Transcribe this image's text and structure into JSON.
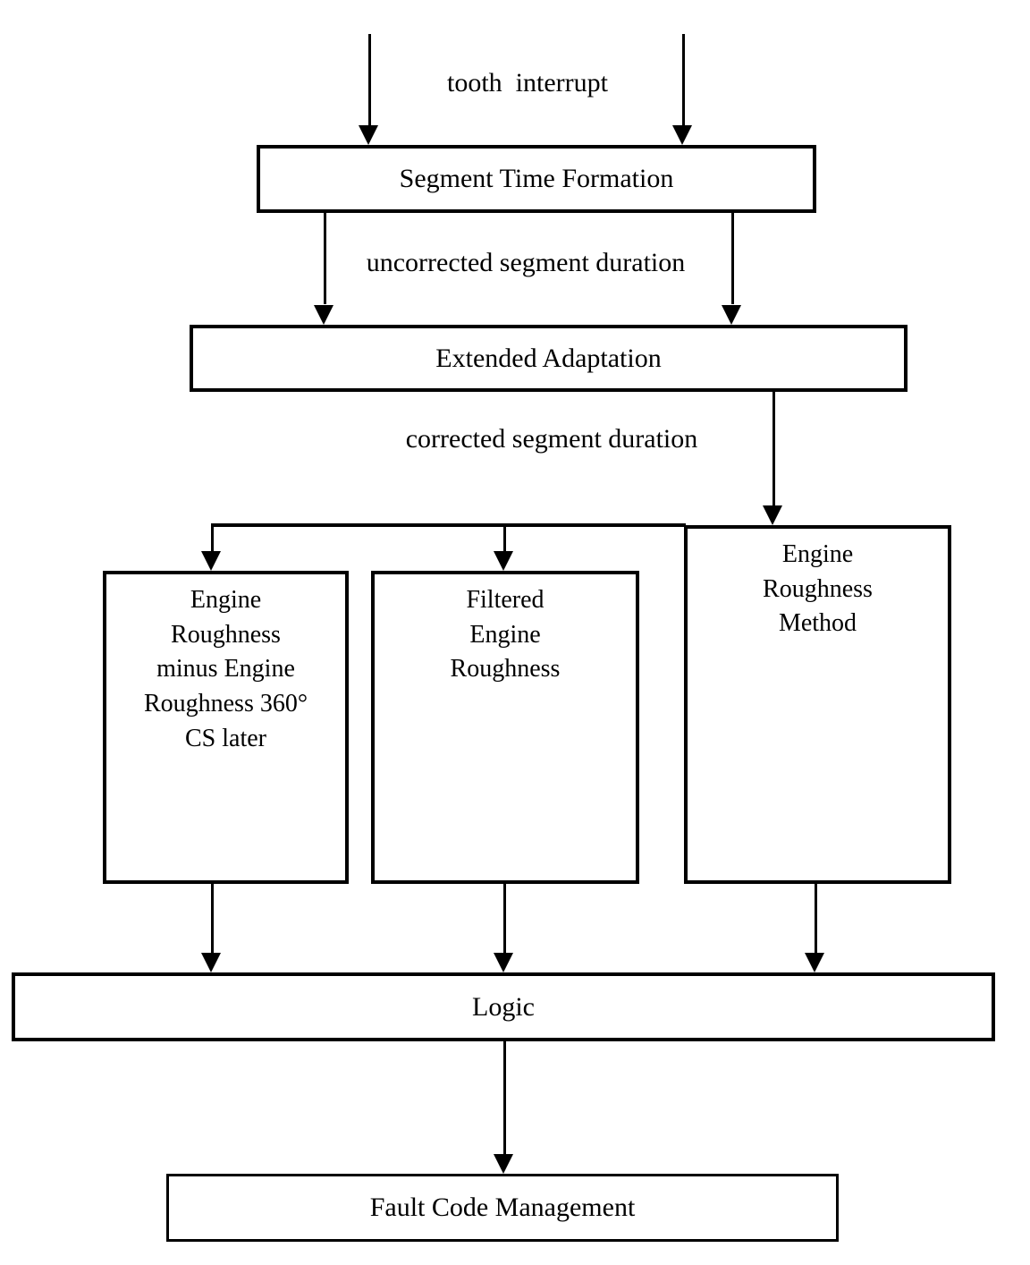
{
  "diagram": {
    "colors": {
      "line": "#000000",
      "background": "#ffffff"
    },
    "annotations": {
      "tooth_interrupt": "tooth  interrupt",
      "uncorrected_segment_duration": "uncorrected segment duration",
      "corrected_segment_duration": "corrected segment duration"
    },
    "nodes": {
      "segment_time_formation": {
        "label": "Segment Time Formation"
      },
      "extended_adaptation": {
        "label": "Extended Adaptation"
      },
      "engine_roughness_minus": {
        "label": "Engine\nRoughness\nminus Engine\nRoughness 360°\nCS later"
      },
      "filtered_engine_roughness": {
        "label": "Filtered\nEngine\nRoughness"
      },
      "engine_roughness_method": {
        "label": "Engine\nRoughness\nMethod"
      },
      "logic": {
        "label": "Logic"
      },
      "fault_code_management": {
        "label": "Fault Code Management"
      }
    }
  }
}
